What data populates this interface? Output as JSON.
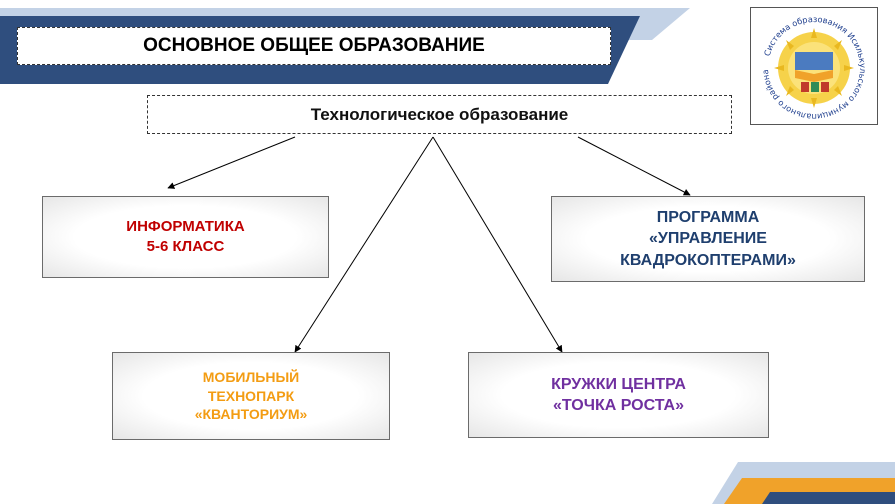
{
  "header": {
    "title": "ОСНОВНОЕ ОБЩЕЕ ОБРАЗОВАНИЕ",
    "subtitle": "Технологическое  образование"
  },
  "logo": {
    "ring_text": "Система образования Исилькульского муниципального района"
  },
  "nodes": {
    "informatics": {
      "line1": "ИНФОРМАТИКА",
      "line2": "5-6 КЛАСС"
    },
    "drones": {
      "line1": "ПРОГРАММА",
      "line2": "«УПРАВЛЕНИЕ",
      "line3": "КВАДРОКОПТЕРАМИ»"
    },
    "quantorium": {
      "line1": "МОБИЛЬНЫЙ",
      "line2": "ТЕХНОПАРК",
      "line3": "«КВАНТОРИУМ»"
    },
    "growth_point": {
      "line1": "КРУЖКИ ЦЕНТРА",
      "line2": "«ТОЧКА РОСТА»"
    }
  },
  "colors": {
    "banner_dark": "#2f4e7e",
    "banner_light": "#c3d2e6",
    "accent_orange": "#f0a22a",
    "informatics_text": "#c00000",
    "drones_text": "#1f3f6e",
    "quantorium_text": "#f39c12",
    "growth_point_text": "#7030a0"
  }
}
